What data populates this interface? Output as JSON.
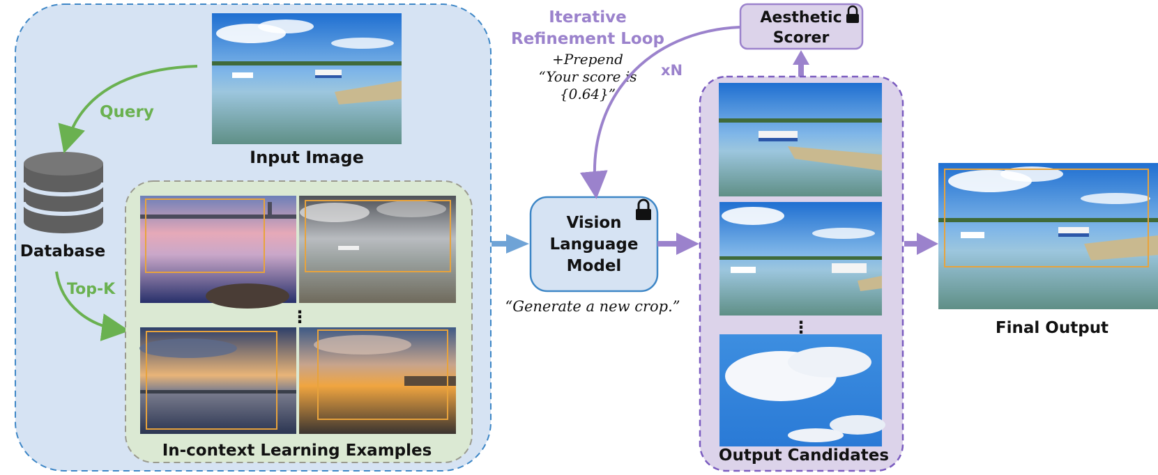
{
  "labels": {
    "input_image": "Input Image",
    "database": "Database",
    "query": "Query",
    "topk": "Top-K",
    "icl_examples": "In-context Learning Examples",
    "vlm_line1": "Vision",
    "vlm_line2": "Language",
    "vlm_line3": "Model",
    "generate": "“Generate a new crop.”",
    "loop_line1": "Iterative",
    "loop_line2": "Refinement Loop",
    "prepend_line1": "+Prepend",
    "prepend_line2": "“Your score is",
    "prepend_line3": "{0.64}”",
    "xn": "xN",
    "scorer_line1": "Aesthetic",
    "scorer_line2": "Scorer",
    "output_candidates": "Output Candidates",
    "final_output": "Final Output",
    "vdots": "⋮"
  },
  "icons": {
    "database": "database-icon",
    "lock": "lock-icon"
  },
  "colors": {
    "retrieval_panel_fill": "#d6e3f3",
    "retrieval_panel_border": "#3d86c6",
    "icl_panel_fill": "#dbe9d3",
    "icl_panel_border": "#9a9a8e",
    "green": "#6ab150",
    "purple": "#9b82cc",
    "purple_panel_fill": "#dcd3ea",
    "blue_arrow": "#6fa3d6",
    "crop_box": "#e8a33c"
  }
}
